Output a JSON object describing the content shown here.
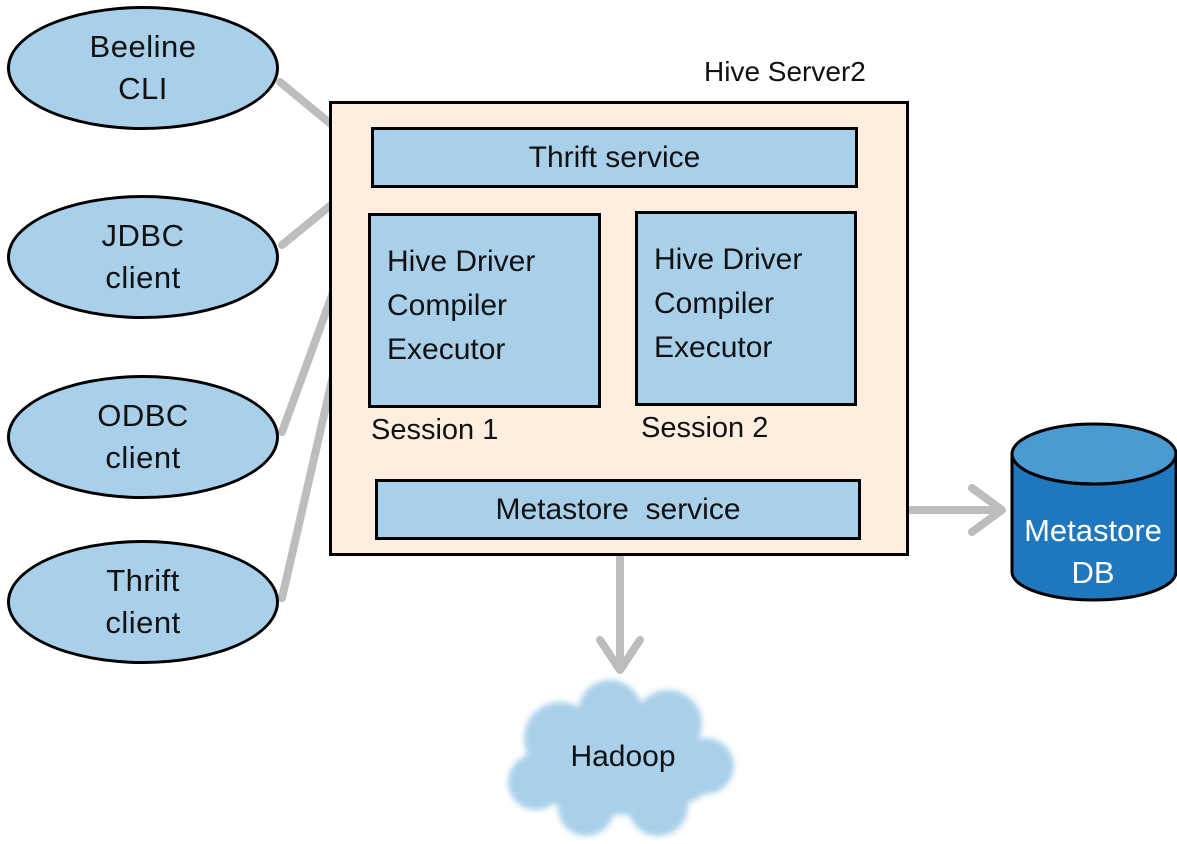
{
  "clients": [
    {
      "line1": "Beeline",
      "line2": "CLI"
    },
    {
      "line1": "JDBC",
      "line2": "client"
    },
    {
      "line1": "ODBC",
      "line2": "client"
    },
    {
      "line1": "Thrift",
      "line2": "client"
    }
  ],
  "hive_server": {
    "title": "Hive Server2",
    "thrift_service": "Thrift service",
    "sessions": [
      {
        "lines": [
          "Hive Driver",
          "Compiler",
          "Executor"
        ],
        "label": "Session 1"
      },
      {
        "lines": [
          "Hive Driver",
          "Compiler",
          "Executor"
        ],
        "label": "Session 2"
      }
    ],
    "metastore_service": "Metastore  service"
  },
  "metastore_db": {
    "line1": "Metastore",
    "line2": "DB"
  },
  "hadoop": "Hadoop",
  "colors": {
    "client_fill": "#a9d0ea",
    "server_fill": "#fdeee0",
    "db_fill": "#1f77bd",
    "db_top": "#4a9bd1",
    "cloud_fill": "#a9d0ea",
    "arrow": "#bdbdbd"
  }
}
